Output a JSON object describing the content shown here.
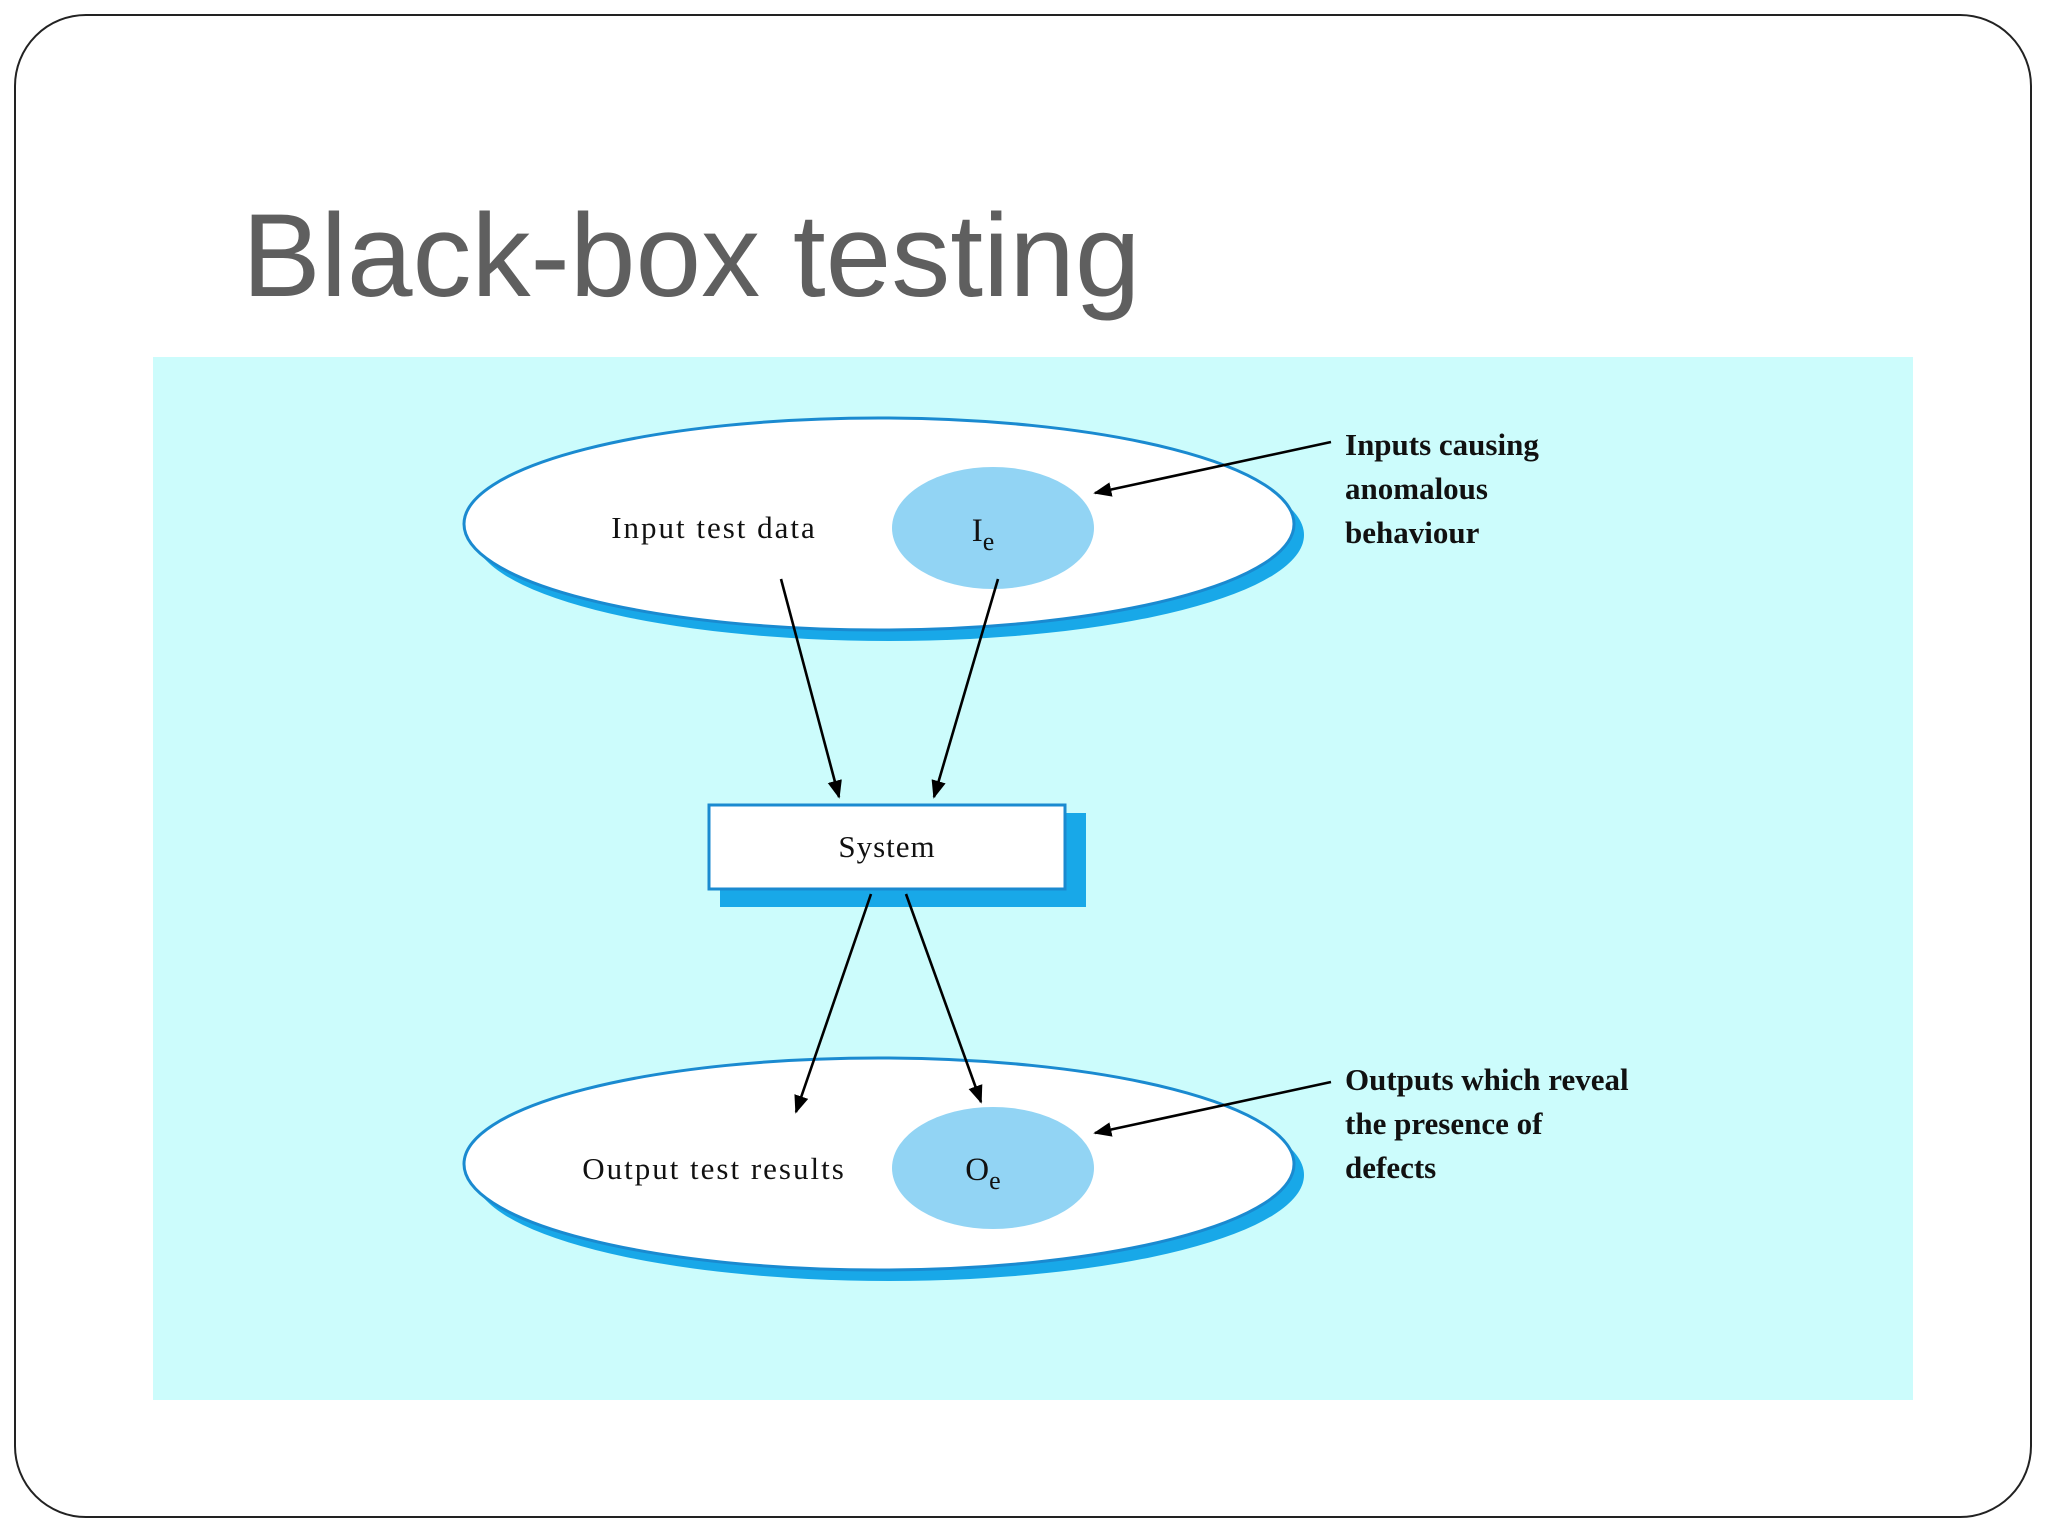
{
  "slide": {
    "title": "Black-box testing"
  },
  "diagram": {
    "colors": {
      "background": "#ccfcfc",
      "ellipse_fill": "#ffffff",
      "ellipse_shadow": "#18a8e8",
      "ellipse_border": "#1a8ad0",
      "subset_fill": "#92d4f4",
      "arrow": "#000000",
      "text": "#111111"
    },
    "input_set": {
      "label": "Input test data",
      "subset_letter": "I",
      "subset_subscript": "e"
    },
    "system": {
      "label": "System"
    },
    "output_set": {
      "label": "Output test results",
      "subset_letter": "O",
      "subset_subscript": "e"
    },
    "callouts": {
      "inputs": [
        "Inputs causing",
        "anomalous",
        "behaviour"
      ],
      "outputs": [
        "Outputs which reveal",
        "the presence of",
        "defects"
      ]
    }
  }
}
